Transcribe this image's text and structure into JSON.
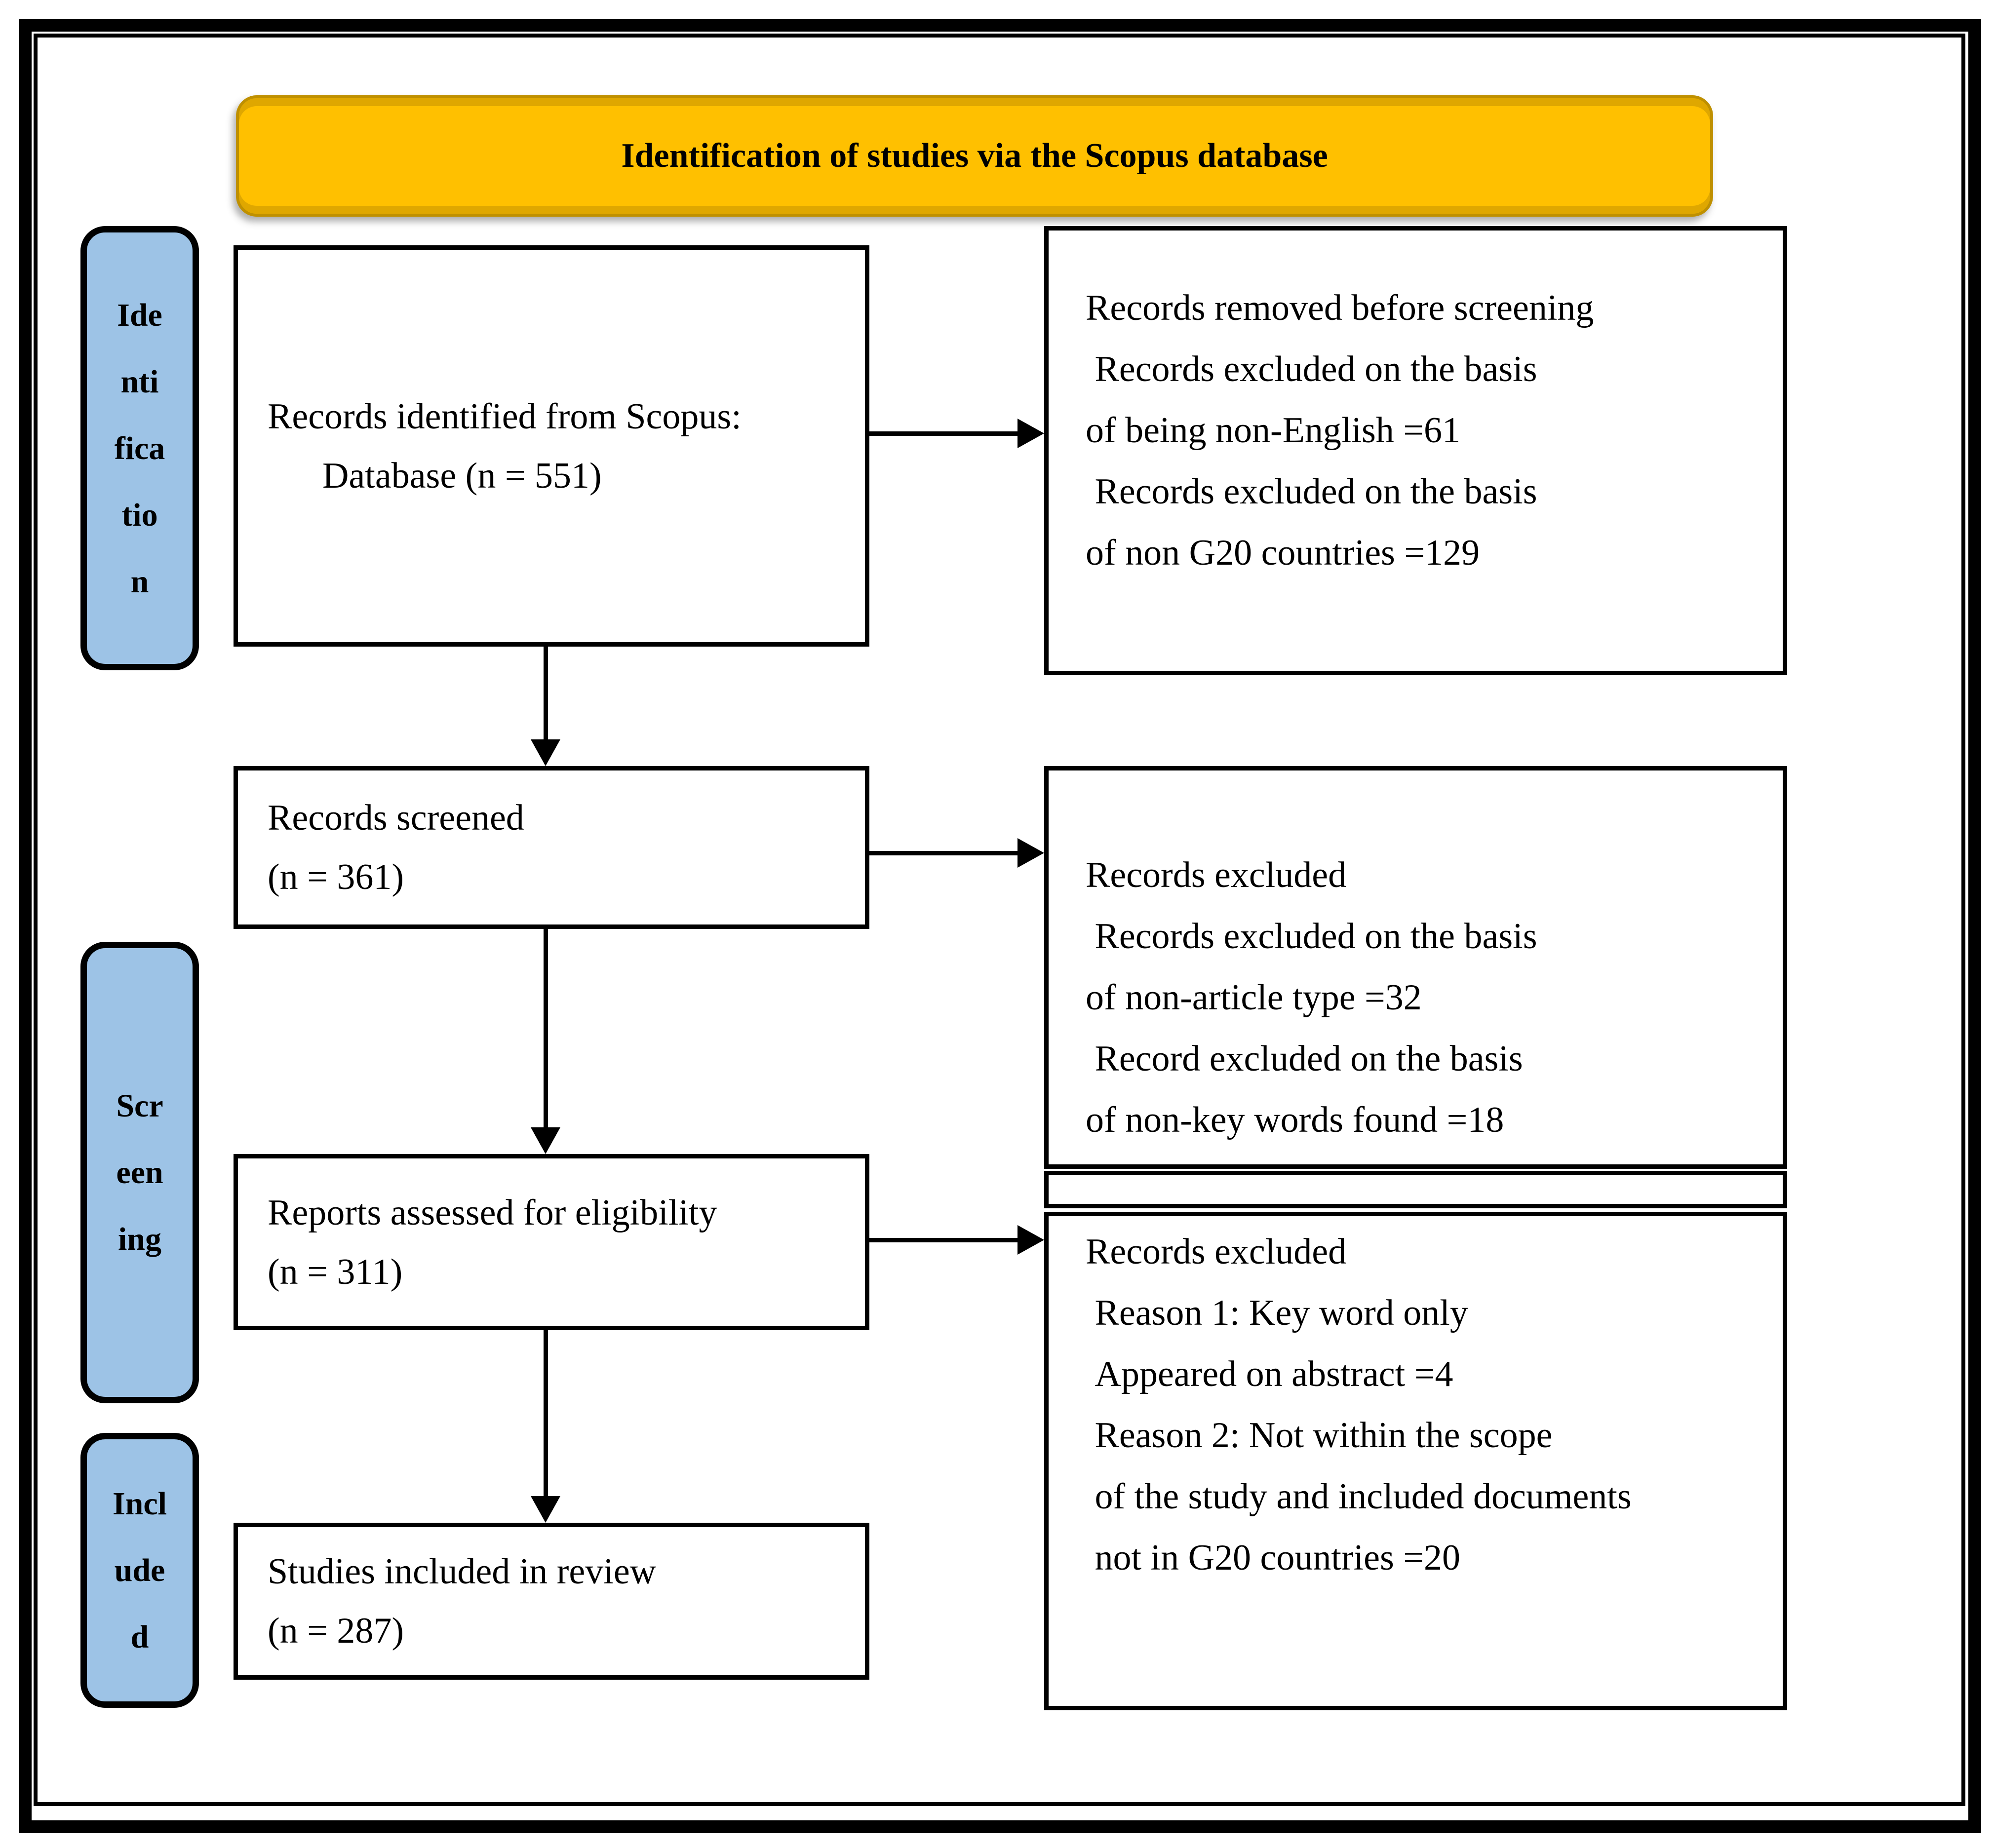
{
  "title": {
    "text": "Identification of studies via the Scopus database"
  },
  "colors": {
    "banner_fill": "#FFC000",
    "banner_border": "#BF9000",
    "stage_fill": "#9DC3E6",
    "box_border": "#000000",
    "background": "#FFFFFF"
  },
  "sidebar": {
    "stages": [
      {
        "id": "identification",
        "label": "Ide\nnti\nfica\ntio\nn"
      },
      {
        "id": "screening",
        "label": "Scr\neen\ning"
      },
      {
        "id": "included",
        "label": "Incl\nude\nd"
      }
    ]
  },
  "flow": {
    "boxes": [
      {
        "id": "records-identified",
        "lines": [
          "Records identified from Scopus:",
          "      Database (n = 551)"
        ]
      },
      {
        "id": "records-screened",
        "lines": [
          "Records screened",
          "(n = 361)"
        ]
      },
      {
        "id": "reports-assessed",
        "lines": [
          "Reports assessed for eligibility",
          "(n = 311)"
        ]
      },
      {
        "id": "studies-included",
        "lines": [
          "Studies included in review",
          "(n = 287)"
        ]
      }
    ]
  },
  "exclusions": {
    "boxes": [
      {
        "id": "removed-before-screening",
        "lines": [
          "Records removed before screening",
          " Records excluded on the basis",
          "of being non-English =61",
          " Records excluded on the basis",
          "of non G20 countries =129"
        ]
      },
      {
        "id": "records-excluded-screening",
        "lines": [
          "Records excluded",
          " Records excluded on the basis",
          "of non-article type =32",
          " Record excluded on the basis",
          "of non-key words found =18"
        ]
      },
      {
        "id": "records-excluded-eligibility",
        "lines": [
          "Records excluded",
          " Reason 1: Key word only",
          " Appeared on abstract =4",
          " Reason 2: Not within the scope",
          " of the study and included documents",
          " not in G20 countries =20"
        ]
      }
    ]
  }
}
